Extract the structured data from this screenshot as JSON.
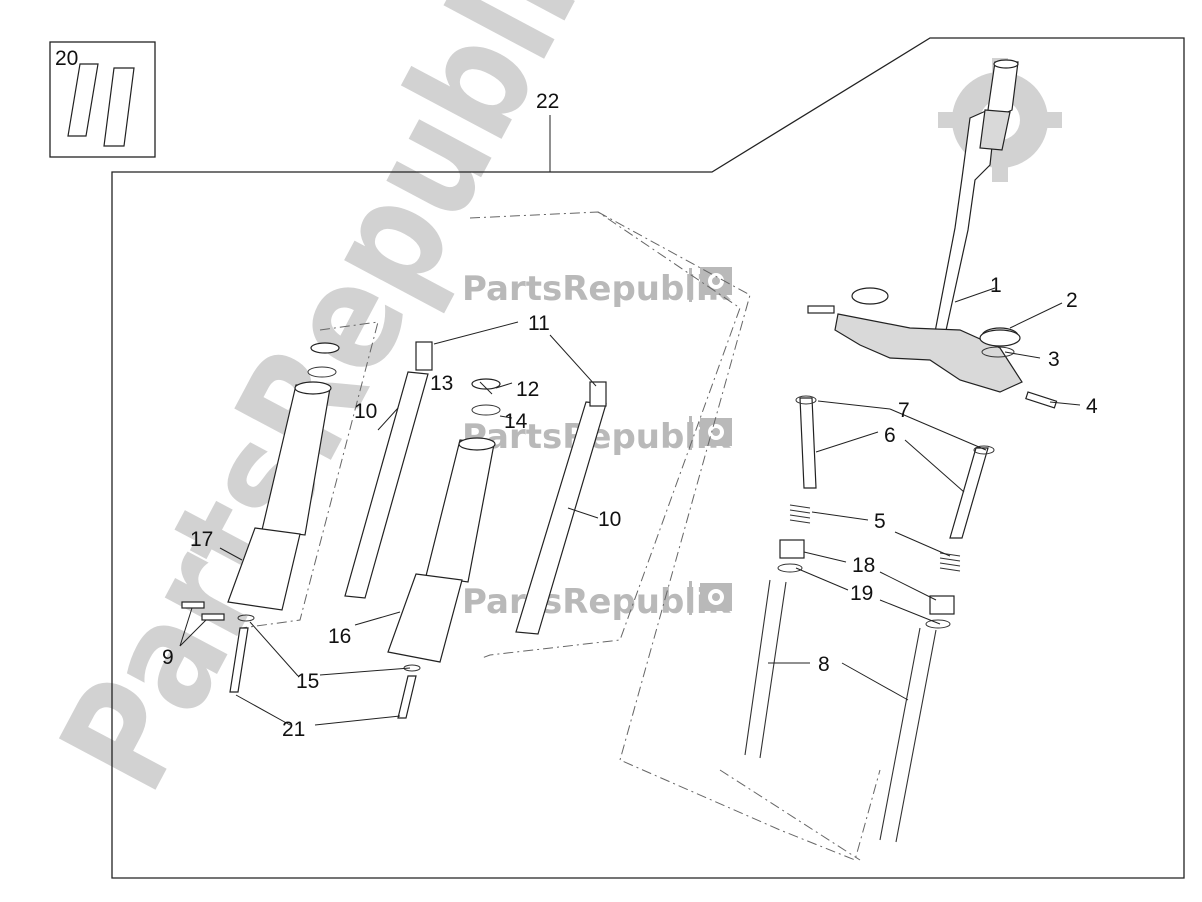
{
  "watermark": {
    "brand": "PartsRepublik"
  },
  "callouts": {
    "p1": "1",
    "p2": "2",
    "p3": "3",
    "p4": "4",
    "p5": "5",
    "p6": "6",
    "p7": "7",
    "p8": "8",
    "p9": "9",
    "p10a": "10",
    "p10b": "10",
    "p11": "11",
    "p12": "12",
    "p13": "13",
    "p14": "14",
    "p15": "15",
    "p16": "16",
    "p17": "17",
    "p18": "18",
    "p19": "19",
    "p20": "20",
    "p21": "21",
    "p22": "22"
  },
  "icons": {
    "gear": "gear-icon"
  }
}
